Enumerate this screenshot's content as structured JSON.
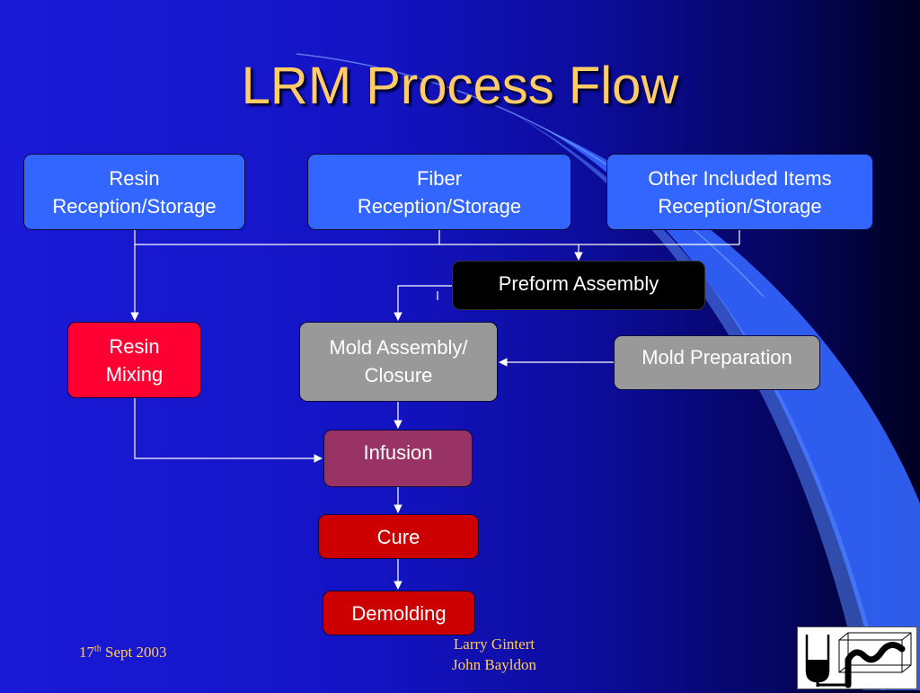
{
  "colors": {
    "title": "#ffcc66",
    "box_blue": "#3366ff",
    "box_black": "#000000",
    "box_grey": "#999999",
    "box_rose": "#ff0033",
    "box_plum": "#993366",
    "box_red": "#cc0000",
    "connector": "#ffffff"
  },
  "title": "LRM Process Flow",
  "nodes": {
    "resin_reception": [
      "Resin",
      "Reception/Storage"
    ],
    "fiber_reception": [
      "Fiber",
      "Reception/Storage"
    ],
    "other_reception": [
      "Other Included Items",
      "Reception/Storage"
    ],
    "preform_assembly": "Preform Assembly",
    "resin_mixing": [
      "Resin",
      "Mixing"
    ],
    "mold_assembly": [
      "Mold Assembly/",
      "Closure"
    ],
    "mold_preparation": "Mold Preparation",
    "infusion": "Infusion",
    "cure": "Cure",
    "demolding": "Demolding"
  },
  "footer": {
    "date_day": "17",
    "date_suffix": "th",
    "date_rest": " Sept 2003",
    "authors": [
      "Larry Gintert",
      "John Bayldon"
    ]
  },
  "logo_icon": "lrm-logo-icon"
}
